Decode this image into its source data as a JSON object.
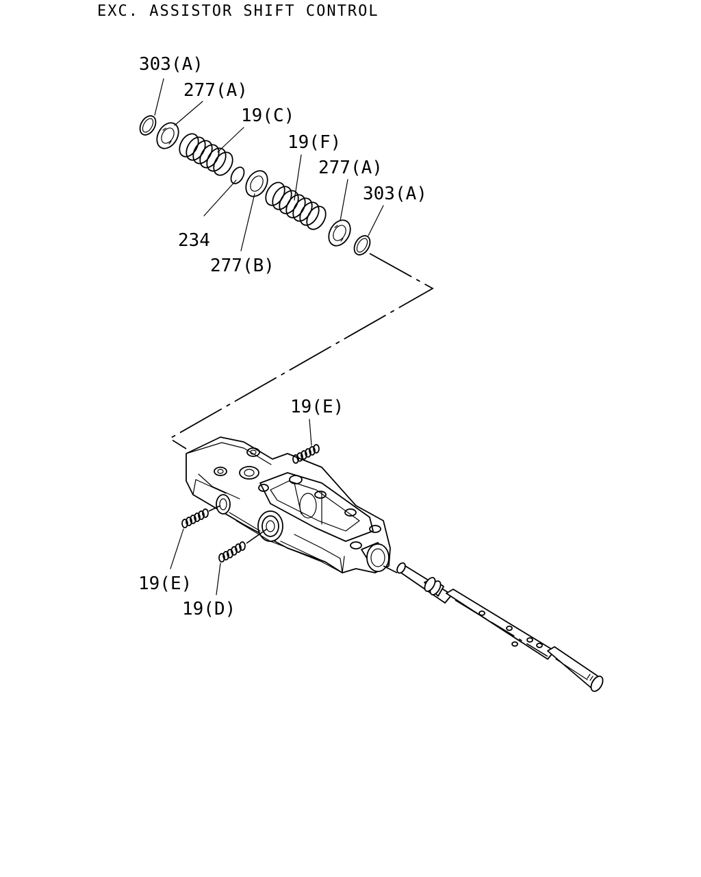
{
  "title": "EXC. ASSISTOR SHIFT CONTROL",
  "labels": {
    "p303a_top": "303(A)",
    "p277a_top": "277(A)",
    "p19c": "19(C)",
    "p19f": "19(F)",
    "p277a_mid": "277(A)",
    "p303a_mid": "303(A)",
    "p234": "234",
    "p277b": "277(B)",
    "p19e_top": "19(E)",
    "p19e_left": "19(E)",
    "p19d": "19(D)"
  }
}
